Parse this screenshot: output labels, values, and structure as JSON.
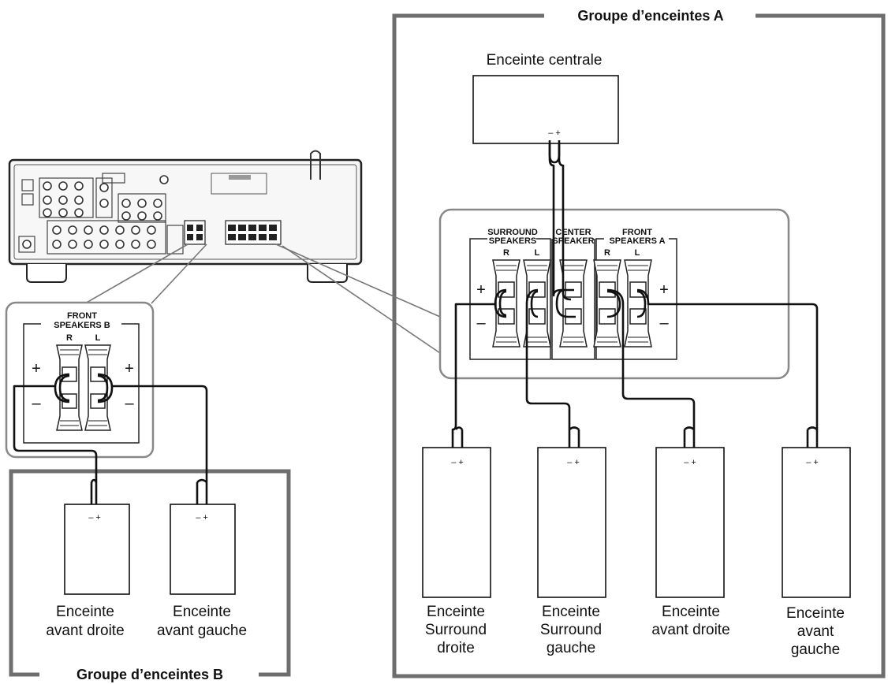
{
  "groups": {
    "a_title": "Groupe d’enceintes A",
    "b_title": "Groupe d’enceintes B"
  },
  "center_speaker": {
    "label": "Enceinte centrale",
    "polarity": "– +"
  },
  "panel_a": {
    "header_surround": [
      "SURROUND",
      "SPEAKERS"
    ],
    "header_center": [
      "CENTER",
      "SPEAKER"
    ],
    "header_front": [
      "FRONT",
      "SPEAKERS A"
    ],
    "channels": [
      "R",
      "L",
      "R",
      "L"
    ],
    "plus": "+",
    "minus": "–"
  },
  "panel_b": {
    "header": [
      "FRONT",
      "SPEAKERS B"
    ],
    "channels": [
      "R",
      "L"
    ],
    "plus": "+",
    "minus": "–"
  },
  "speakers_a": [
    {
      "lines": [
        "Enceinte",
        "Surround",
        "droite"
      ],
      "polarity": "– +"
    },
    {
      "lines": [
        "Enceinte",
        "Surround",
        "gauche"
      ],
      "polarity": "– +"
    },
    {
      "lines": [
        "Enceinte",
        "avant droite"
      ],
      "polarity": "– +"
    },
    {
      "lines": [
        "Enceinte",
        "avant",
        "gauche"
      ],
      "polarity": "– +"
    }
  ],
  "speakers_b": [
    {
      "lines": [
        "Enceinte",
        "avant droite"
      ],
      "polarity": "– +"
    },
    {
      "lines": [
        "Enceinte",
        "avant gauche"
      ],
      "polarity": "– +"
    }
  ],
  "colors": {
    "frame": "#6e6e6e",
    "line": "#111111",
    "panel": "#888888"
  }
}
